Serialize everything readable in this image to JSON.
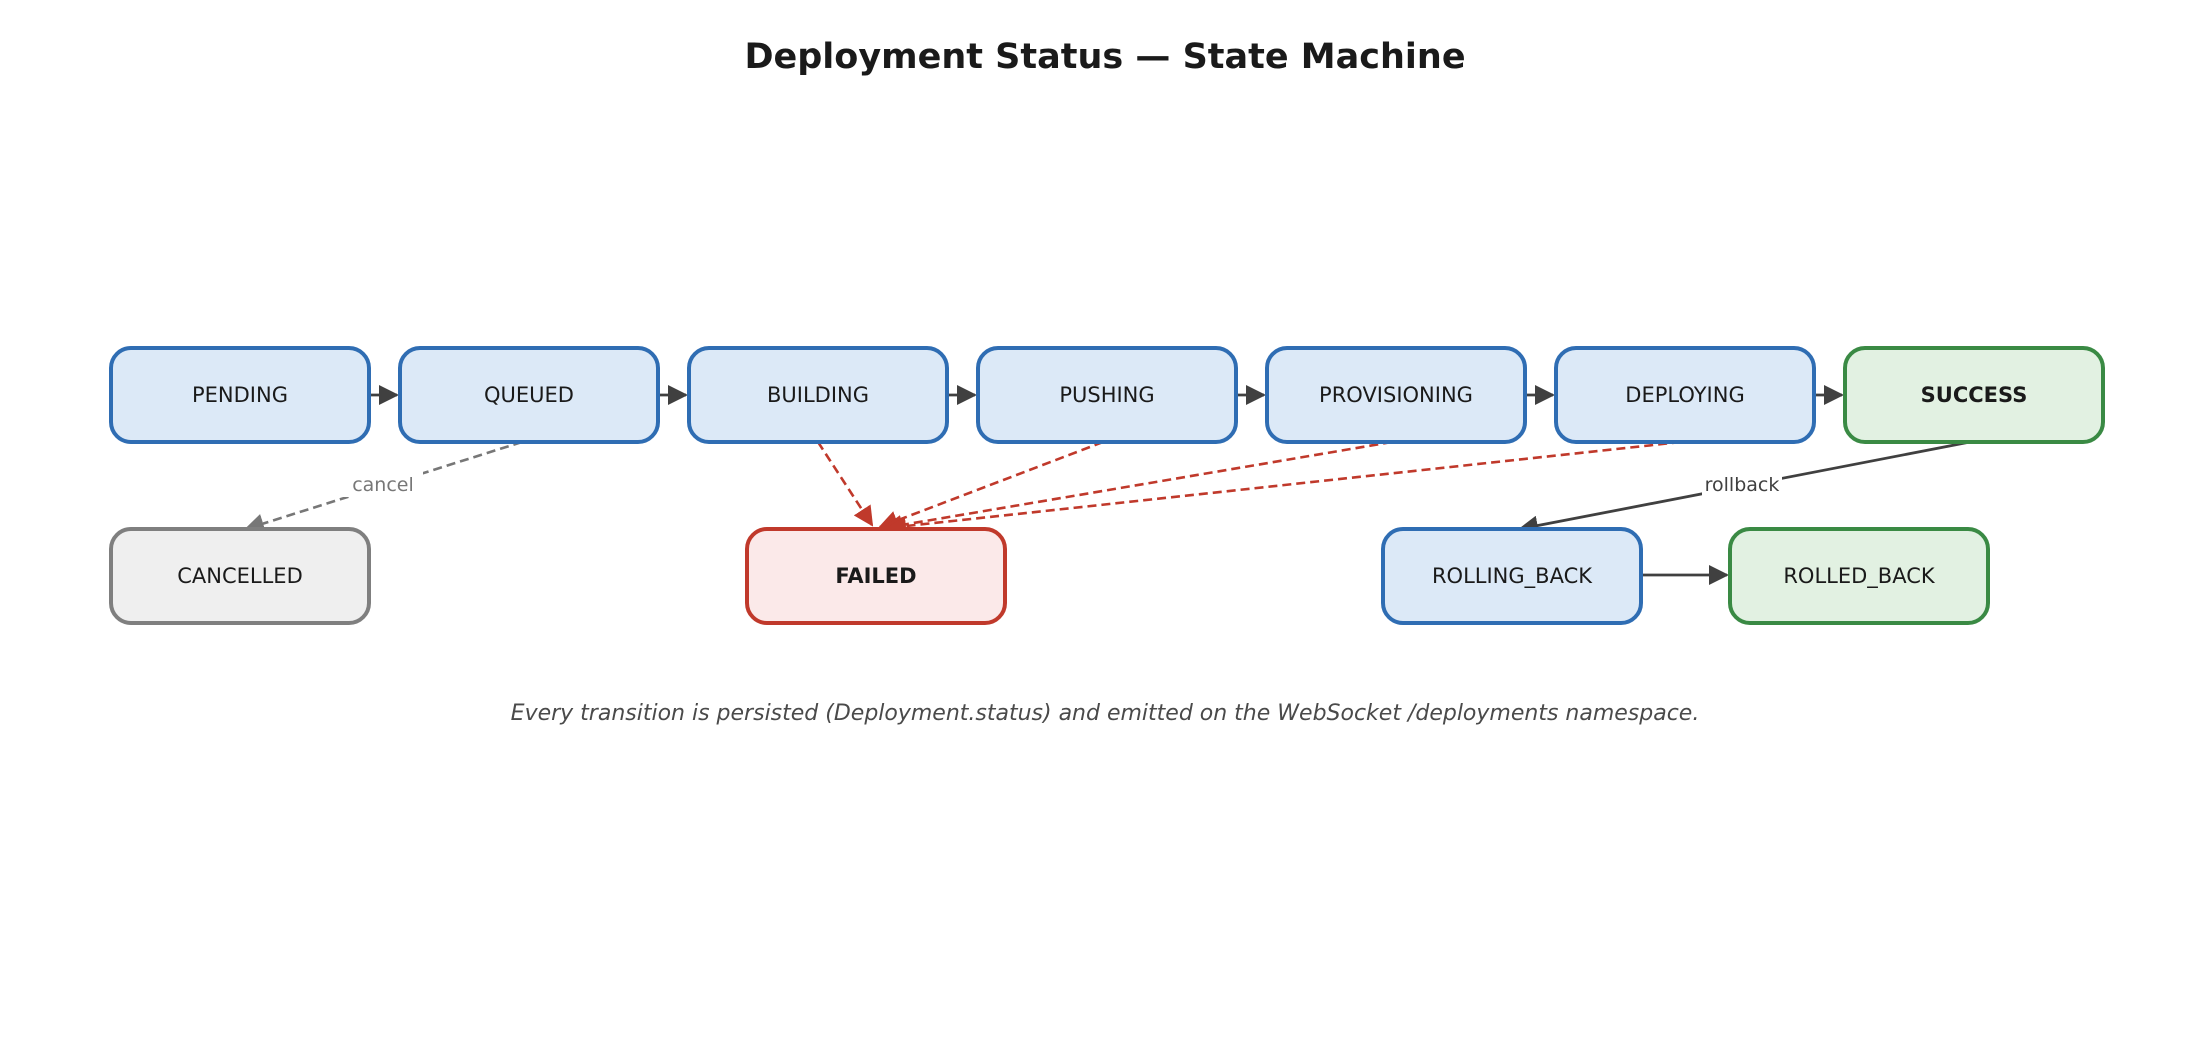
{
  "title": "Deployment Status — State Machine",
  "caption": "Every transition is persisted (Deployment.status) and emitted on the WebSocket /deployments namespace.",
  "colors": {
    "normal": {
      "fill": "#dce9f7",
      "stroke": "#2f6db3"
    },
    "success": {
      "fill": "#e2f1e2",
      "stroke": "#3a8a44"
    },
    "failed": {
      "fill": "#fbe9e9",
      "stroke": "#c0392b"
    },
    "cancelled": {
      "fill": "#efefef",
      "stroke": "#7f7f7f"
    },
    "edge_default": "#404040",
    "edge_fail": "#c0392b",
    "edge_cancel": "#777777"
  },
  "nodes": [
    {
      "id": "pending",
      "label": "PENDING",
      "kind": "normal",
      "bold": false
    },
    {
      "id": "queued",
      "label": "QUEUED",
      "kind": "normal",
      "bold": false
    },
    {
      "id": "building",
      "label": "BUILDING",
      "kind": "normal",
      "bold": false
    },
    {
      "id": "pushing",
      "label": "PUSHING",
      "kind": "normal",
      "bold": false
    },
    {
      "id": "provisioning",
      "label": "PROVISIONING",
      "kind": "normal",
      "bold": false
    },
    {
      "id": "deploying",
      "label": "DEPLOYING",
      "kind": "normal",
      "bold": false
    },
    {
      "id": "success",
      "label": "SUCCESS",
      "kind": "success",
      "bold": true
    },
    {
      "id": "cancelled",
      "label": "CANCELLED",
      "kind": "cancelled",
      "bold": false
    },
    {
      "id": "failed",
      "label": "FAILED",
      "kind": "failed",
      "bold": true
    },
    {
      "id": "rolling_back",
      "label": "ROLLING_BACK",
      "kind": "normal",
      "bold": false
    },
    {
      "id": "rolled_back",
      "label": "ROLLED_BACK",
      "kind": "success",
      "bold": false
    }
  ],
  "edges": [
    {
      "from": "pending",
      "to": "queued",
      "style": "solid",
      "label": ""
    },
    {
      "from": "queued",
      "to": "building",
      "style": "solid",
      "label": ""
    },
    {
      "from": "building",
      "to": "pushing",
      "style": "solid",
      "label": ""
    },
    {
      "from": "pushing",
      "to": "provisioning",
      "style": "solid",
      "label": ""
    },
    {
      "from": "provisioning",
      "to": "deploying",
      "style": "solid",
      "label": ""
    },
    {
      "from": "deploying",
      "to": "success",
      "style": "solid",
      "label": ""
    },
    {
      "from": "queued",
      "to": "cancelled",
      "style": "cancel",
      "label": "cancel"
    },
    {
      "from": "building",
      "to": "failed",
      "style": "fail",
      "label": ""
    },
    {
      "from": "pushing",
      "to": "failed",
      "style": "fail",
      "label": ""
    },
    {
      "from": "provisioning",
      "to": "failed",
      "style": "fail",
      "label": ""
    },
    {
      "from": "deploying",
      "to": "failed",
      "style": "fail",
      "label": ""
    },
    {
      "from": "success",
      "to": "rolling_back",
      "style": "solid",
      "label": "rollback"
    },
    {
      "from": "rolling_back",
      "to": "rolled_back",
      "style": "solid",
      "label": ""
    }
  ]
}
